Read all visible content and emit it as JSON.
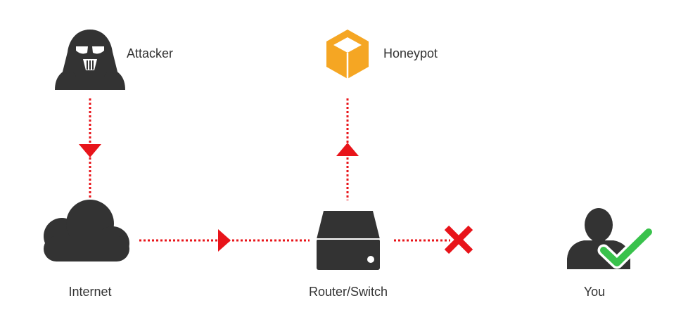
{
  "nodes": {
    "attacker": {
      "label": "Attacker",
      "icon": "vader-helmet-icon"
    },
    "honeypot": {
      "label": "Honeypot",
      "icon": "honeypot-cube-icon"
    },
    "internet": {
      "label": "Internet",
      "icon": "cloud-icon"
    },
    "router": {
      "label": "Router/Switch",
      "icon": "server-box-icon"
    },
    "you": {
      "label": "You",
      "icon": "user-icon"
    }
  },
  "badges": {
    "blocked": "red-x-icon",
    "safe": "green-checkmark-icon"
  },
  "colors": {
    "icon_dark": "#333333",
    "honeypot": "#F5A623",
    "path": "#E8141A",
    "check": "#39C24C",
    "text": "#333333"
  }
}
